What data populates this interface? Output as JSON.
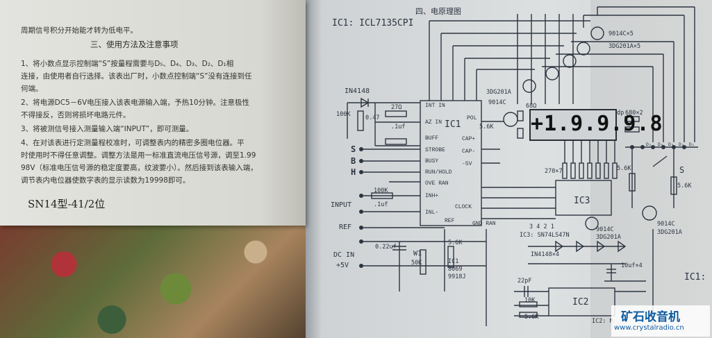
{
  "left_page": {
    "intro_line": "周期信号积分开始能才转为低电平。",
    "section_title": "三、使用方法及注意事项",
    "paragraphs": [
      "1、将小数点显示控制端“S”按量程需要与D₅、D₄、D₃、D₂、D₁相",
      "连接，由使用者自行选择。该表出厂时，小数点控制端“S”没有连接到任",
      "何端。",
      "2、将电源DC5－6V电压接入该表电源输入端，予热10分钟。注意极性",
      "不得接反，否则将损坏电路元件。",
      "3、将被测信号接入测量输入端“INPUT”，即可测量。",
      "4、在对该表进行定测量程校准时，可调整表内的精密多圈电位器。平",
      "时使用时不得任意调整。调整方法是用一标准直流电压信号源，调至1.99",
      "98V（标准电压信号源的稳定度要高，纹波要小）。然后接到该表输入端，",
      "调节表内电位器使数字表的显示读数为19998即可。"
    ],
    "model_label": "SN14型-41/2位"
  },
  "schematic": {
    "section_title": "四、电原理图",
    "ic1_title": "IC1: ICL7135CPI",
    "display_value": "1.9.9.9.8",
    "display_sign": "+",
    "transistor_note_1": "9014C×5",
    "transistor_note_2": "3DG201A×5",
    "transistor_3dg": "3DG201A",
    "transistor_9014": "9014C",
    "diode": "IN4148",
    "r100k": "100K",
    "r27": "27Ω",
    "c1uf": ".1uf",
    "c047": "0.47",
    "ic1_label": "IC1",
    "ic1_pins": [
      "INT IN",
      "AZ IN",
      "BUFF",
      "STROBE",
      "BUSY",
      "RUN/HOLD",
      "OVE RAN",
      "INH+",
      "INL-",
      "REF",
      "CAP+",
      "CAP-",
      "-5V",
      "GND RAN",
      "POL",
      "CLOCK"
    ],
    "terminals": [
      "S",
      "B",
      "H",
      "INPUT",
      "REF",
      "DC IN",
      "+5V"
    ],
    "r_68": "68Ω",
    "r_68x2": "680×2",
    "r_270x7": "270×7",
    "r_5_6k": "5.6K",
    "dp": "dp",
    "digits": [
      "D₁",
      "D₂",
      "D₃",
      "D₄",
      "D₅"
    ],
    "ic3_label": "IC3",
    "ic3_part": "IC3: SN74LS47N",
    "switch_s": "S",
    "ic3_pins": "3 4 2 1",
    "c_022": "0.22uf",
    "w1": "W1",
    "w1_value": "50K",
    "r_56k": "5.6K",
    "ic1_ref": "IC1",
    "ic1_ref_part": "8069",
    "ic1_ref_part2": "9918J",
    "diode_note": "IN4148×4",
    "c_10uf": "10uf×4",
    "c_22pf": "22pF",
    "r_10k": "10K",
    "ic2_label": "IC2",
    "ic2_part": "IC2: M",
    "ic1_side": "IC1:"
  },
  "watermark": {
    "title": "矿石收音机",
    "url": "www.crystalradio.cn"
  }
}
